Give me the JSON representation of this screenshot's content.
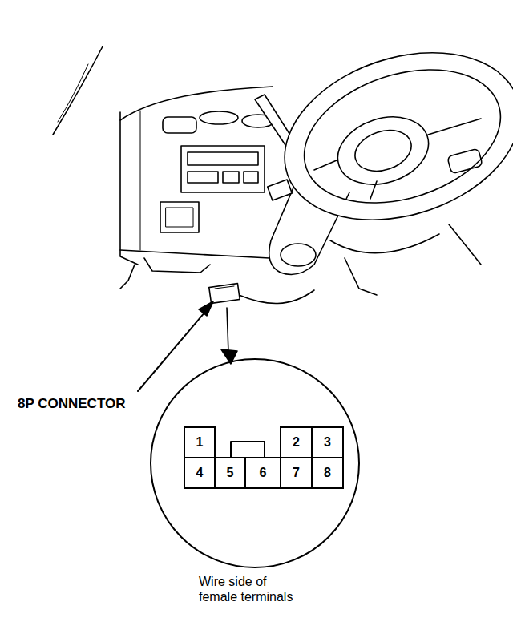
{
  "diagram": {
    "nodes": [
      {
        "text": [
          "1"
        ]
      },
      {
        "text": [
          "2"
        ]
      },
      {
        "text": [
          "3"
        ]
      },
      {
        "text": [
          "4"
        ]
      },
      {
        "text": [
          "5"
        ]
      },
      {
        "text": [
          "6"
        ]
      },
      {
        "text": [
          "7"
        ]
      },
      {
        "text": [
          "8"
        ]
      }
    ],
    "labels": [
      "8P CONNECTOR",
      "Wire side of female terminals"
    ]
  }
}
